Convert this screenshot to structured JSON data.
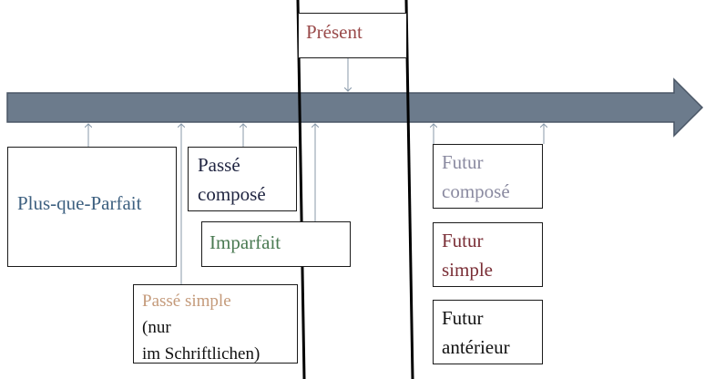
{
  "diagram": {
    "colors": {
      "timeline": "#6c7b8c",
      "timeline_border": "#4a5666",
      "connector": "#8899aa",
      "present_lines": "#000000",
      "text_blue": "#3d6080",
      "text_dark_navy": "#1f2440",
      "text_green": "#4a7a52",
      "text_red": "#9a4a4a",
      "text_tan": "#c49a7a",
      "text_gray_purple": "#8a8aa0",
      "text_dark_red": "#7a2e36",
      "text_black": "#111111"
    },
    "labels": {
      "present": "Présent",
      "plus_que_parfait": "Plus-que-Parfait",
      "passe_compose_line1": "Passé",
      "passe_compose_line2": "composé",
      "imparfait": "Imparfait",
      "passe_simple": "Passé simple",
      "passe_simple_note_line1": " (nur",
      "passe_simple_note_line2": "im Schriftlichen)",
      "futur_compose_line1": "Futur",
      "futur_compose_line2": "composé",
      "futur_simple_line1": "Futur",
      "futur_simple_line2": "simple",
      "futur_anterieur_line1": "Futur",
      "futur_anterieur_line2": "antérieur"
    }
  }
}
